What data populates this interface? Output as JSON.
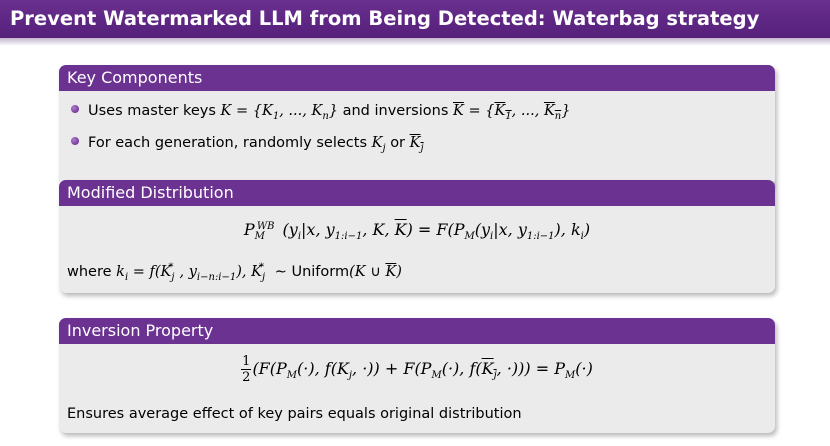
{
  "slide": {
    "title": "Prevent Watermarked LLM from Being Detected: Waterbag strategy"
  },
  "blocks": {
    "key_components": {
      "heading": "Key Components",
      "bullet1_text": "Uses master keys",
      "bullet1_and": "and inversions",
      "bullet2_text": "For each generation, randomly selects",
      "bullet2_or": "or"
    },
    "modified_distribution": {
      "heading": "Modified Distribution",
      "where_label": "where",
      "uniform_label": "Uniform"
    },
    "inversion_property": {
      "heading": "Inversion Property",
      "note": "Ensures average effect of key pairs equals original distribution"
    }
  },
  "colors": {
    "title_bar": "#6a2f8f",
    "block_header": "#6b3291",
    "block_body": "#ebebeb"
  }
}
